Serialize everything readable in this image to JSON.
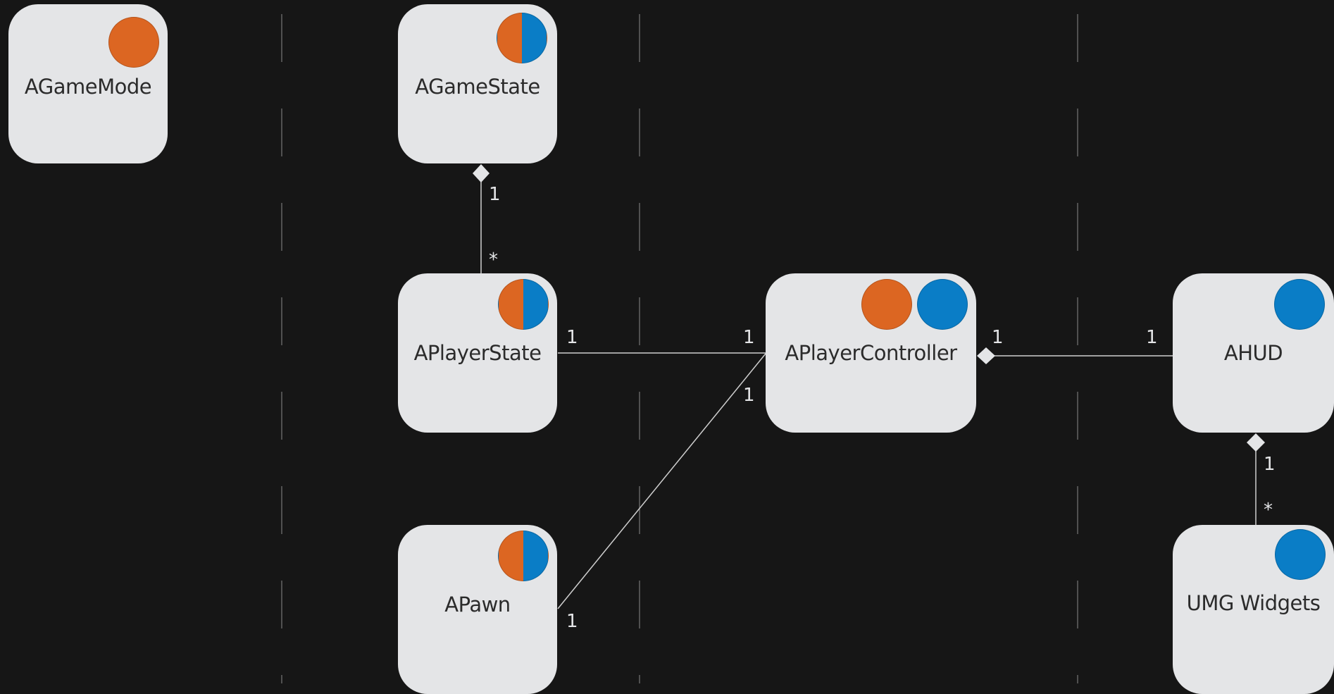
{
  "colors": {
    "background": "#161616",
    "node": "#e4e5e7",
    "server": "#dc6622",
    "client": "#0a7dc6",
    "line": "#cfcfcf"
  },
  "legend": {
    "server_dot": "orange-circle-icon",
    "client_dot": "blue-circle-icon",
    "both_dot": "orange-blue-split-circle-icon"
  },
  "nodes": {
    "game_mode": {
      "title": "AGameMode"
    },
    "game_state": {
      "title": "AGameState"
    },
    "player_state": {
      "title": "APlayerState"
    },
    "player_controller": {
      "title": "APlayerController"
    },
    "hud": {
      "title": "AHUD"
    },
    "pawn": {
      "title": "APawn"
    },
    "umg_widgets": {
      "title": "UMG Widgets"
    }
  },
  "relations": {
    "gamestate_playerstate": {
      "from_mult": "1",
      "to_mult": "*"
    },
    "playerstate_playercontroller": {
      "from_mult": "1",
      "to_mult": "1"
    },
    "pawn_playercontroller": {
      "from_mult": "1",
      "to_mult": "1"
    },
    "playercontroller_hud": {
      "from_mult": "1",
      "to_mult": "1"
    },
    "hud_umgwidgets": {
      "from_mult": "1",
      "to_mult": "*"
    }
  }
}
